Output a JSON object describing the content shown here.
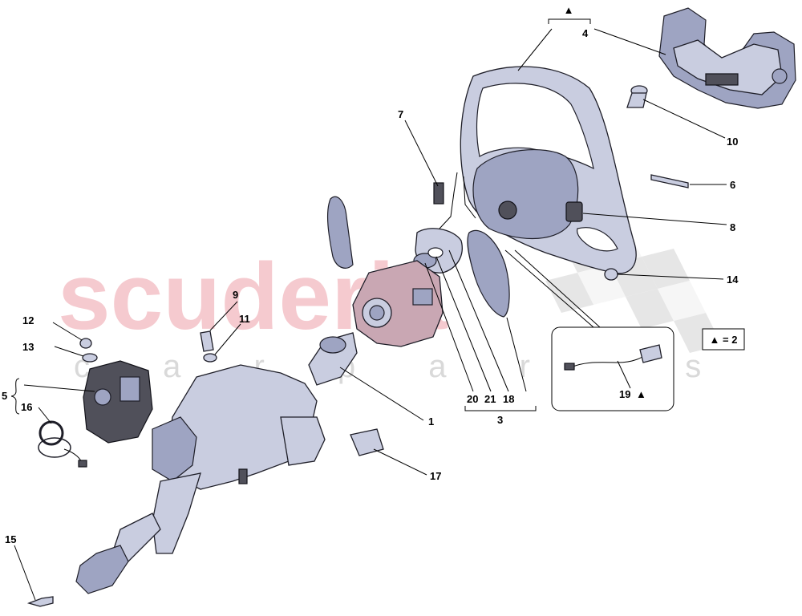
{
  "watermark": {
    "brand": "scuderia",
    "sub": "c a r p a r t s"
  },
  "colors": {
    "watermark_red": "#f2b9bf",
    "part_fill": "#c9cde0",
    "line": "#000000"
  },
  "labels": {
    "l1": "1",
    "l3": "3",
    "l4": "4",
    "l5": "5",
    "l6": "6",
    "l7": "7",
    "l8": "8",
    "l9": "9",
    "l10": "10",
    "l11": "11",
    "l12": "12",
    "l13": "13",
    "l14": "14",
    "l15": "15",
    "l16": "16",
    "l17": "17",
    "l18": "18",
    "l19": "19",
    "l20": "20",
    "l21": "21"
  },
  "symbols": {
    "triangle": "▲",
    "note_qty": "▲ = 2",
    "l19_mark": "▲"
  }
}
